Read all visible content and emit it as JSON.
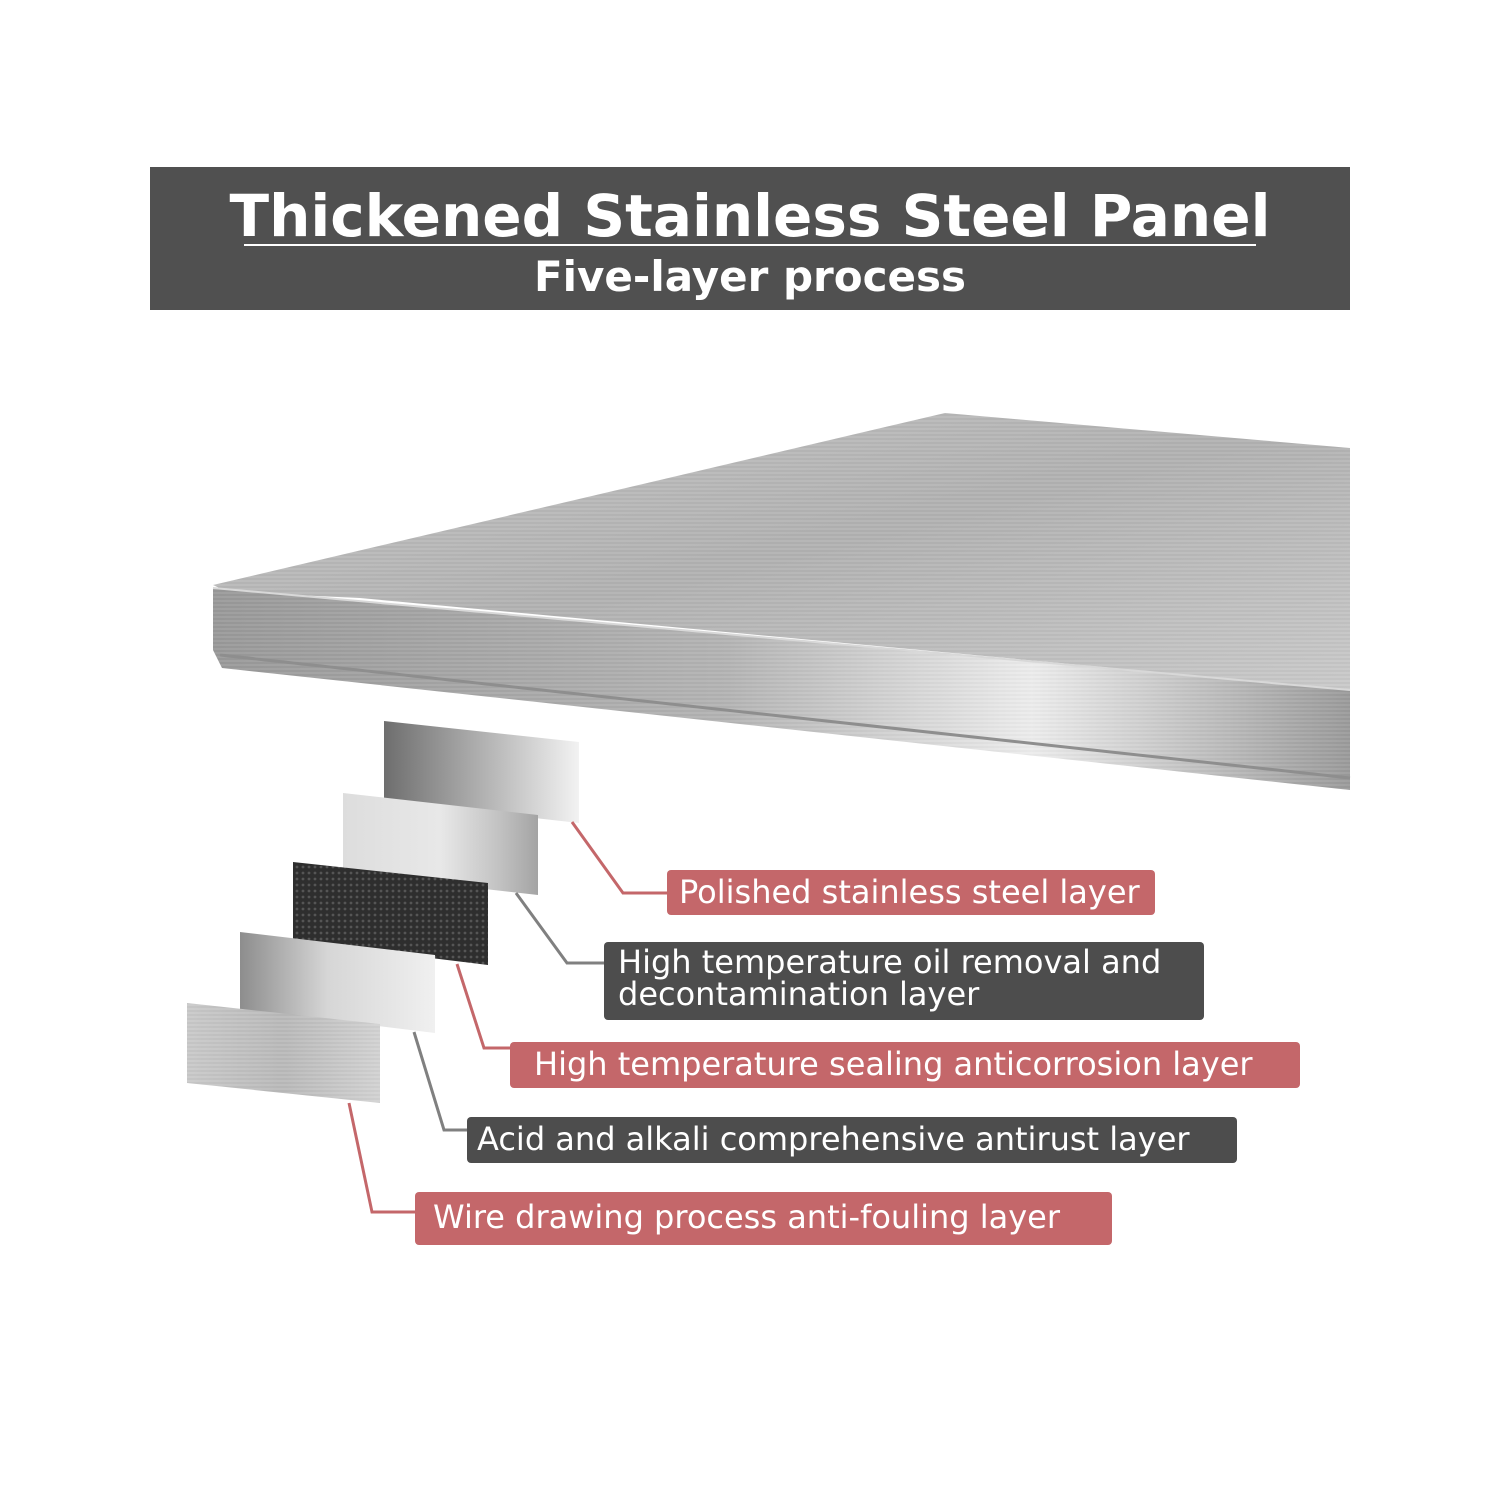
{
  "header": {
    "title": "Thickened Stainless Steel Panel",
    "subtitle": "Five-layer process"
  },
  "colors": {
    "header_bg": "#505050",
    "label_red": "#c4676a",
    "label_gray": "#4d4d4d",
    "leader_red": "#c4676a",
    "leader_gray": "#808080"
  },
  "layers": [
    {
      "label": "Polished stainless steel layer",
      "style": "red",
      "swatch": "polished-steel"
    },
    {
      "label": "High temperature oil removal and decontamination layer",
      "style": "gray",
      "swatch": "light-steel"
    },
    {
      "label": "High temperature sealing anticorrosion layer",
      "style": "red",
      "swatch": "dark-mesh"
    },
    {
      "label": "Acid and alkali comprehensive antirust layer",
      "style": "gray",
      "swatch": "gradient-steel"
    },
    {
      "label": "Wire drawing process anti-fouling layer",
      "style": "red",
      "swatch": "brushed-steel"
    }
  ]
}
